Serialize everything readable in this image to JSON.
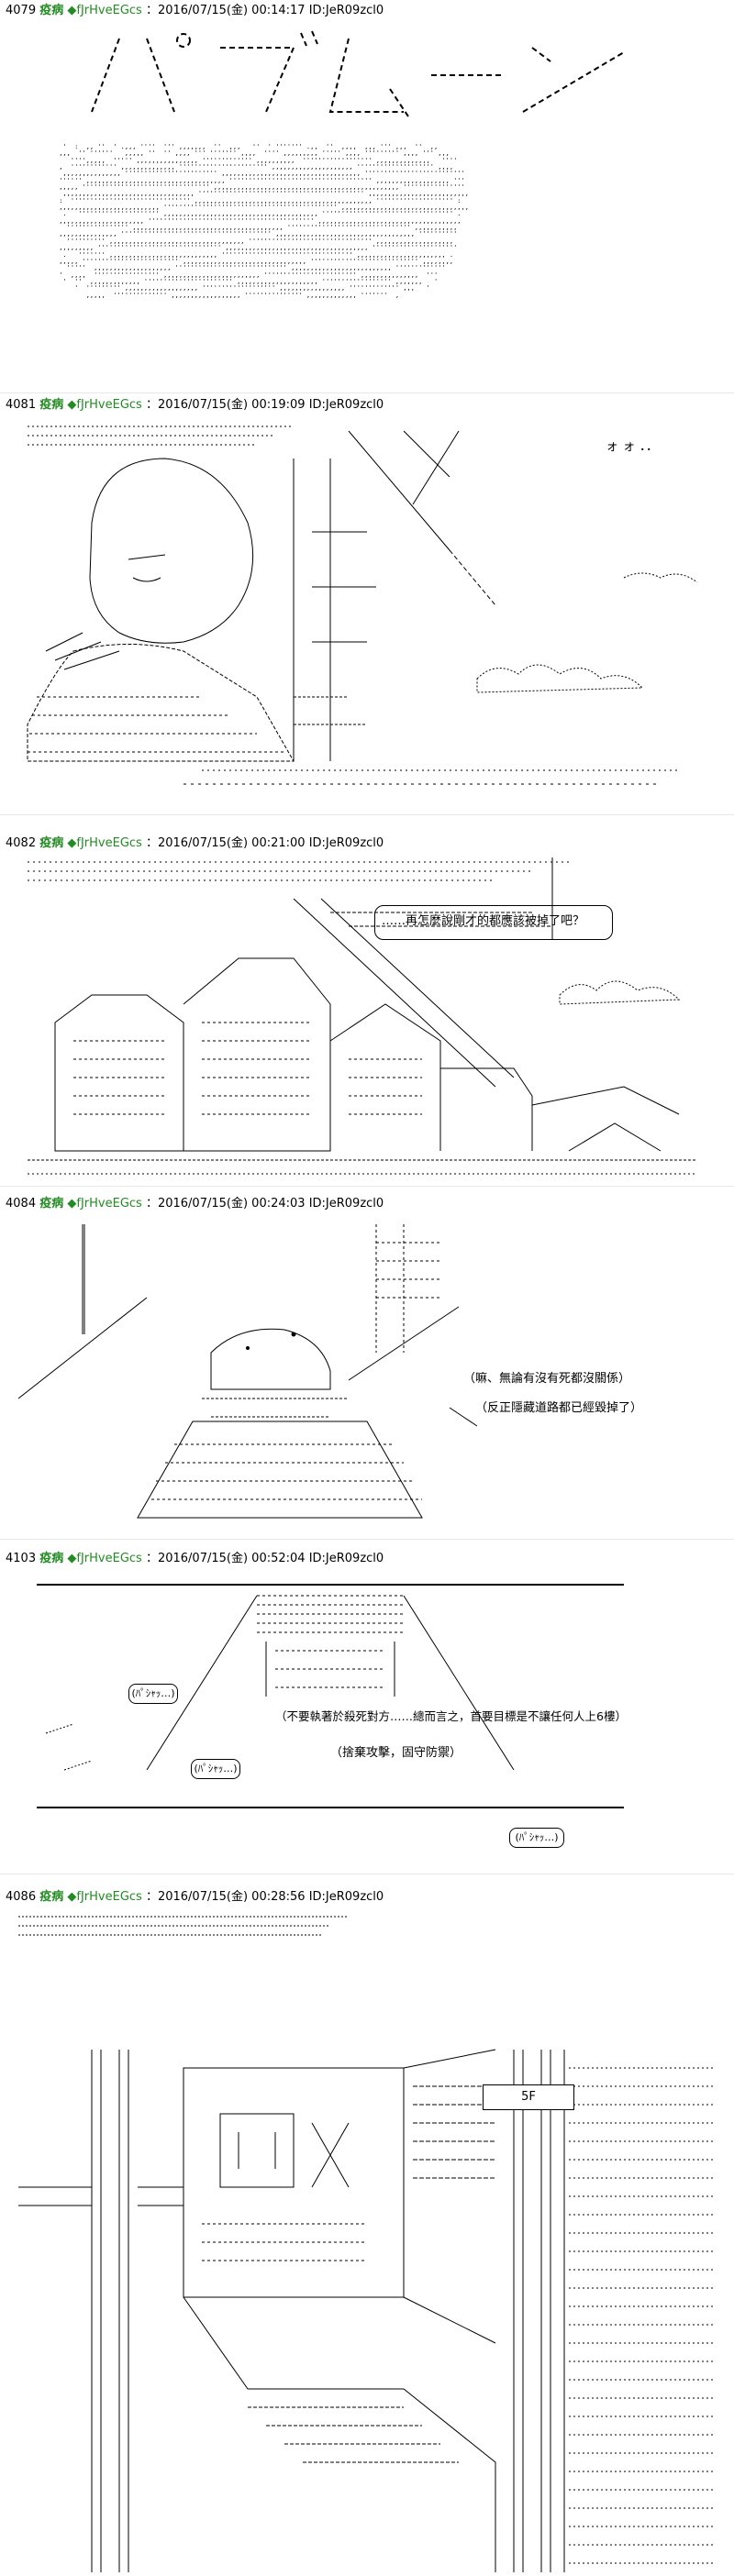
{
  "posts": [
    {
      "number": "4079",
      "name": "疫病",
      "trip": "◆fJrHveEGcs",
      "meta": "：2016/07/15(金) 00:14:17 ID:JeR09zcl0",
      "title_art": "ハ゜フ゛ムーン"
    },
    {
      "number": "4081",
      "name": "疫病",
      "trip": "◆fJrHveEGcs",
      "meta": "：2016/07/15(金) 00:19:09 ID:JeR09zcl0",
      "sfx": "ォ ォ ．．"
    },
    {
      "number": "4082",
      "name": "疫病",
      "trip": "◆fJrHveEGcs",
      "meta": "：2016/07/15(金) 00:21:00 ID:JeR09zcl0",
      "speech": "……再怎麼說剛才的都應該被掉了吧？"
    },
    {
      "number": "4084",
      "name": "疫病",
      "trip": "◆fJrHveEGcs",
      "meta": "：2016/07/15(金) 00:24:03 ID:JeR09zcl0",
      "speech_1": "（嘛、無論有沒有死都沒關係）",
      "speech_2": "（反正隱藏道路都已經毀掉了）"
    },
    {
      "number": "4103",
      "name": "疫病",
      "trip": "◆fJrHveEGcs",
      "meta": "：2016/07/15(金) 00:52:04 ID:JeR09zcl0",
      "sfx_1": "(ﾊﾟｼｬｯ…)",
      "sfx_2": "(ﾊﾟｼｬｯ…)",
      "sfx_3": "(ﾊﾟｼｬｯ…)",
      "speech_1": "（不要執著於殺死對方……總而言之，首要目標是不讓任何人上6樓）",
      "speech_2": "（捨棄攻擊，固守防禦）"
    },
    {
      "number": "4086",
      "name": "疫病",
      "trip": "◆fJrHveEGcs",
      "meta": "：2016/07/15(金) 00:28:56 ID:JeR09zcl0",
      "floor_sign": "5F"
    }
  ]
}
